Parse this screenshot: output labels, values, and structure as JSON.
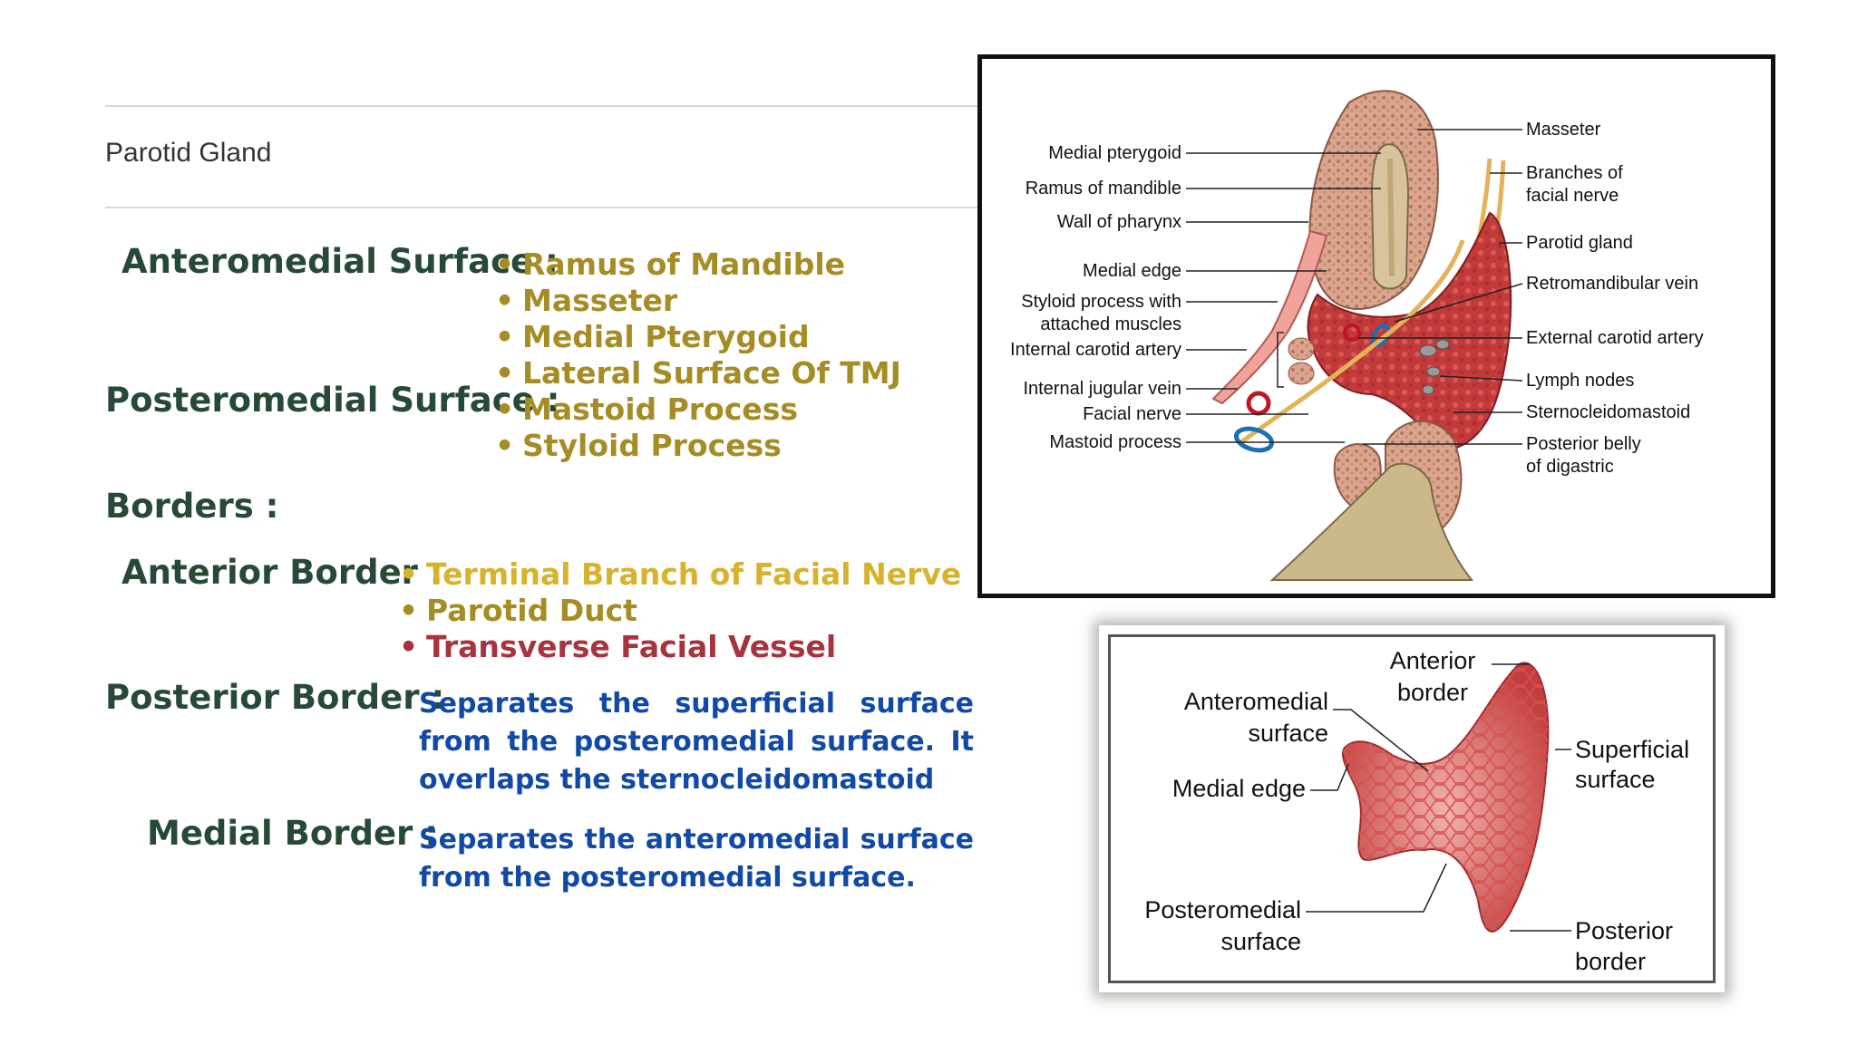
{
  "title": "Parotid Gland",
  "surfaces": {
    "anteromedial_label": "Anteromedial Surface :",
    "posteromedial_label": "Posteromedial Surface :",
    "items": [
      "Ramus of Mandible",
      "Masseter",
      "Medial Pterygoid",
      "Lateral Surface Of TMJ",
      "Mastoid Process",
      "Styloid Process"
    ]
  },
  "borders": {
    "heading": "Borders :",
    "anterior_label": "Anterior Border :",
    "anterior_items": [
      "Terminal Branch of Facial Nerve",
      "Parotid Duct",
      "Transverse Facial Vessel"
    ],
    "posterior_label": "Posterior Border :",
    "posterior_text": "Separates the superficial surface from the posteromedial surface. It overlaps the sternocleidomastoid",
    "medial_label": "Medial Border :",
    "medial_text": "Separates the anteromedial surface from the posteromedial surface."
  },
  "figure1": {
    "left_labels": [
      "Medial pterygoid",
      "Ramus of mandible",
      "Wall of pharynx",
      "Medial edge",
      "Styloid process with",
      "attached muscles",
      "Internal carotid artery",
      "Internal jugular vein",
      "Facial nerve",
      "Mastoid process"
    ],
    "right_labels": [
      "Masseter",
      "Branches of",
      "facial nerve",
      "Parotid gland",
      "Retromandibular vein",
      "External carotid artery",
      "Lymph nodes",
      "Sternocleidomastoid",
      "Posterior belly",
      "of digastric"
    ]
  },
  "figure2": {
    "labels": [
      "Anterior",
      "border",
      "Anteromedial",
      "surface",
      "Medial edge",
      "Posteromedial",
      "surface",
      "Superficial",
      "surface",
      "Posterior",
      "border"
    ]
  },
  "colors": {
    "heading_green": "#274a36",
    "gold": "#a58c24",
    "yellow": "#d8b22c",
    "red": "#a8323e",
    "blue": "#1149a7",
    "gland": "#c94a4a"
  }
}
